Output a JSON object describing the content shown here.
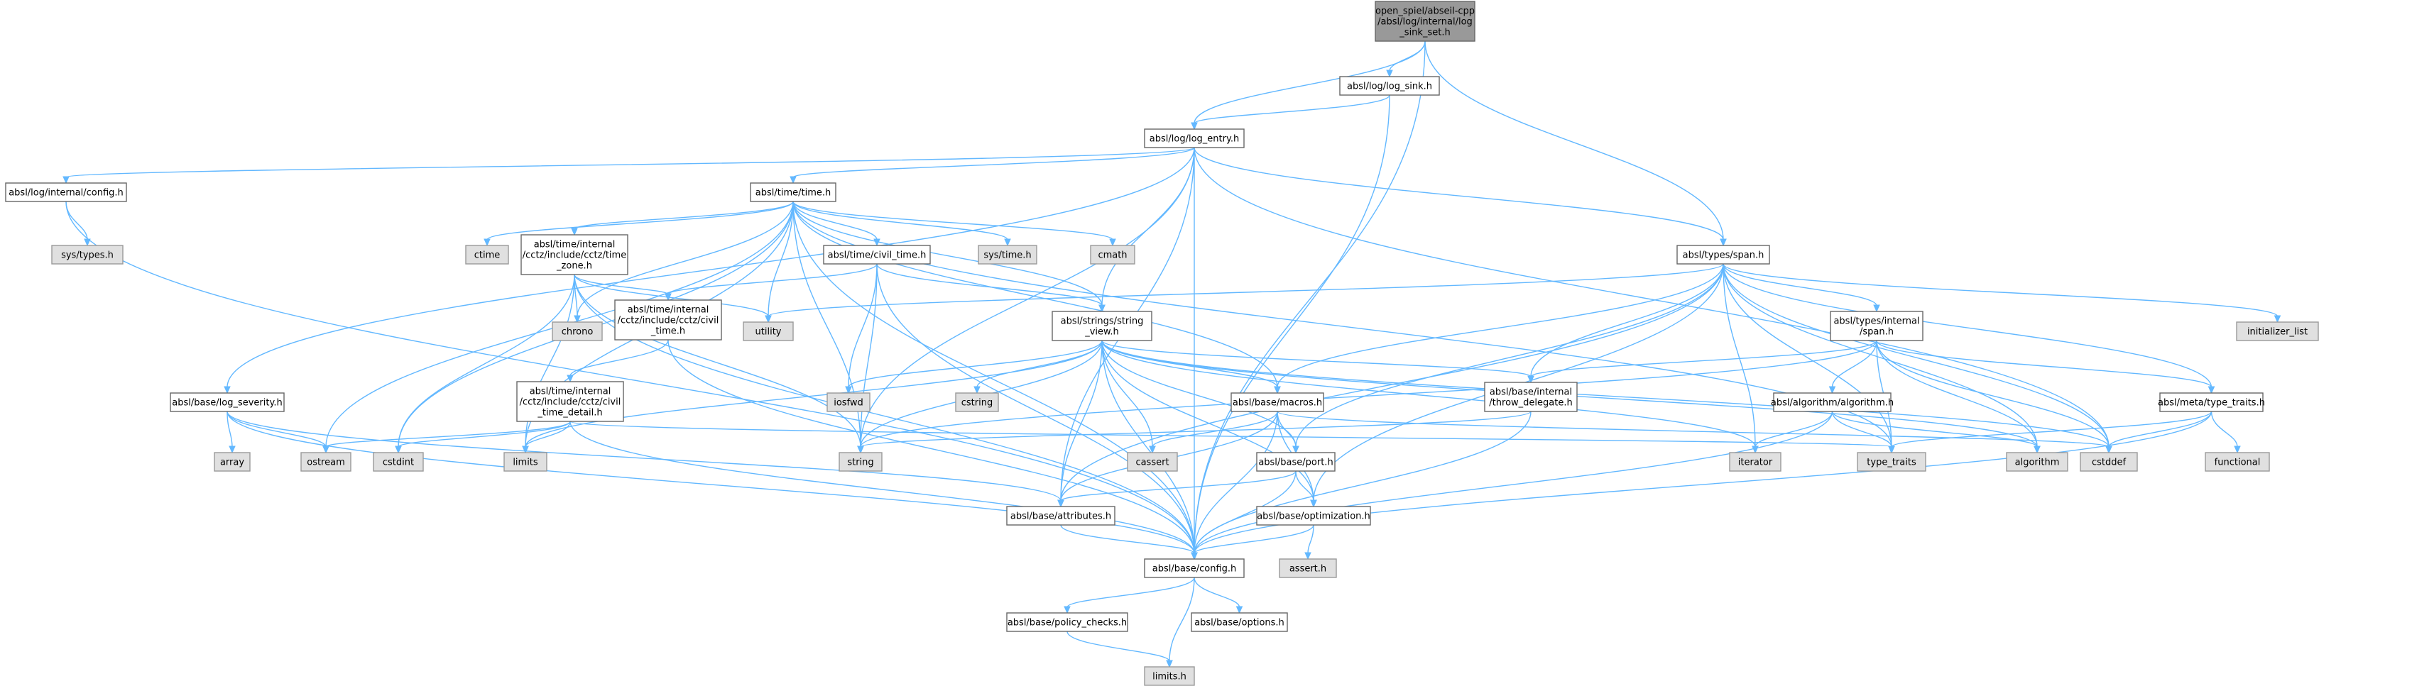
{
  "colors": {
    "edge": "#63b8ff",
    "node_border": "#666666",
    "sys_fill": "#e0e0e0",
    "root_fill": "#999999"
  },
  "nodes": [
    {
      "id": "root",
      "kind": "root",
      "lines": [
        "open_spiel/abseil-cpp",
        "/absl/log/internal/log",
        "_sink_set.h"
      ]
    },
    {
      "id": "log_sink",
      "kind": "file",
      "lines": [
        "absl/log/log_sink.h"
      ]
    },
    {
      "id": "log_entry",
      "kind": "file",
      "lines": [
        "absl/log/log_entry.h"
      ]
    },
    {
      "id": "log_config",
      "kind": "file",
      "lines": [
        "absl/log/internal/config.h"
      ]
    },
    {
      "id": "sys_types",
      "kind": "sys",
      "lines": [
        "sys/types.h"
      ]
    },
    {
      "id": "time_h",
      "kind": "file",
      "lines": [
        "absl/time/time.h"
      ]
    },
    {
      "id": "ctime",
      "kind": "sys",
      "lines": [
        "ctime"
      ]
    },
    {
      "id": "time_zone",
      "kind": "file",
      "lines": [
        "absl/time/internal",
        "/cctz/include/cctz/time",
        "_zone.h"
      ]
    },
    {
      "id": "civil_time_h",
      "kind": "file",
      "lines": [
        "absl/time/civil_time.h"
      ]
    },
    {
      "id": "sys_time",
      "kind": "sys",
      "lines": [
        "sys/time.h"
      ]
    },
    {
      "id": "cmath",
      "kind": "sys",
      "lines": [
        "cmath"
      ]
    },
    {
      "id": "span",
      "kind": "file",
      "lines": [
        "absl/types/span.h"
      ]
    },
    {
      "id": "chrono",
      "kind": "sys",
      "lines": [
        "chrono"
      ]
    },
    {
      "id": "cctz_civil_time",
      "kind": "file",
      "lines": [
        "absl/time/internal",
        "/cctz/include/cctz/civil",
        "_time.h"
      ]
    },
    {
      "id": "utility",
      "kind": "sys",
      "lines": [
        "utility"
      ]
    },
    {
      "id": "string_view",
      "kind": "file",
      "lines": [
        "absl/strings/string",
        "_view.h"
      ]
    },
    {
      "id": "types_internal_span",
      "kind": "file",
      "lines": [
        "absl/types/internal",
        "/span.h"
      ]
    },
    {
      "id": "initializer_list",
      "kind": "sys",
      "lines": [
        "initializer_list"
      ]
    },
    {
      "id": "civil_time_detail",
      "kind": "file",
      "lines": [
        "absl/time/internal",
        "/cctz/include/cctz/civil",
        "_time_detail.h"
      ]
    },
    {
      "id": "log_severity",
      "kind": "file",
      "lines": [
        "absl/base/log_severity.h"
      ]
    },
    {
      "id": "iosfwd",
      "kind": "sys",
      "lines": [
        "iosfwd"
      ]
    },
    {
      "id": "cstring",
      "kind": "sys",
      "lines": [
        "cstring"
      ]
    },
    {
      "id": "macros",
      "kind": "file",
      "lines": [
        "absl/base/macros.h"
      ]
    },
    {
      "id": "throw_delegate",
      "kind": "file",
      "lines": [
        "absl/base/internal",
        "/throw_delegate.h"
      ]
    },
    {
      "id": "algorithm_h",
      "kind": "file",
      "lines": [
        "absl/algorithm/algorithm.h"
      ]
    },
    {
      "id": "type_traits_h",
      "kind": "file",
      "lines": [
        "absl/meta/type_traits.h"
      ]
    },
    {
      "id": "array",
      "kind": "sys",
      "lines": [
        "array"
      ]
    },
    {
      "id": "ostream",
      "kind": "sys",
      "lines": [
        "ostream"
      ]
    },
    {
      "id": "cstdint",
      "kind": "sys",
      "lines": [
        "cstdint"
      ]
    },
    {
      "id": "limits",
      "kind": "sys",
      "lines": [
        "limits"
      ]
    },
    {
      "id": "string",
      "kind": "sys",
      "lines": [
        "string"
      ]
    },
    {
      "id": "cassert",
      "kind": "sys",
      "lines": [
        "cassert"
      ]
    },
    {
      "id": "port",
      "kind": "file",
      "lines": [
        "absl/base/port.h"
      ]
    },
    {
      "id": "iterator",
      "kind": "sys",
      "lines": [
        "iterator"
      ]
    },
    {
      "id": "type_traits",
      "kind": "sys",
      "lines": [
        "type_traits"
      ]
    },
    {
      "id": "algorithm",
      "kind": "sys",
      "lines": [
        "algorithm"
      ]
    },
    {
      "id": "cstddef",
      "kind": "sys",
      "lines": [
        "cstddef"
      ]
    },
    {
      "id": "functional",
      "kind": "sys",
      "lines": [
        "functional"
      ]
    },
    {
      "id": "attributes",
      "kind": "file",
      "lines": [
        "absl/base/attributes.h"
      ]
    },
    {
      "id": "optimization",
      "kind": "file",
      "lines": [
        "absl/base/optimization.h"
      ]
    },
    {
      "id": "assert_h",
      "kind": "sys",
      "lines": [
        "assert.h"
      ]
    },
    {
      "id": "config",
      "kind": "file",
      "lines": [
        "absl/base/config.h"
      ]
    },
    {
      "id": "policy_checks",
      "kind": "file",
      "lines": [
        "absl/base/policy_checks.h"
      ]
    },
    {
      "id": "options",
      "kind": "file",
      "lines": [
        "absl/base/options.h"
      ]
    },
    {
      "id": "limits_h",
      "kind": "sys",
      "lines": [
        "limits.h"
      ]
    }
  ],
  "edges": [
    [
      "root",
      "log_sink"
    ],
    [
      "root",
      "log_entry"
    ],
    [
      "root",
      "config"
    ],
    [
      "root",
      "span"
    ],
    [
      "log_sink",
      "log_entry"
    ],
    [
      "log_sink",
      "config"
    ],
    [
      "log_entry",
      "log_config"
    ],
    [
      "log_entry",
      "time_h"
    ],
    [
      "log_entry",
      "span"
    ],
    [
      "log_entry",
      "log_severity"
    ],
    [
      "log_entry",
      "string_view"
    ],
    [
      "log_entry",
      "string"
    ],
    [
      "log_entry",
      "attributes"
    ],
    [
      "log_entry",
      "config"
    ],
    [
      "log_entry",
      "cstddef"
    ],
    [
      "log_config",
      "sys_types"
    ],
    [
      "log_config",
      "config"
    ],
    [
      "time_h",
      "ctime"
    ],
    [
      "time_h",
      "time_zone"
    ],
    [
      "time_h",
      "civil_time_h"
    ],
    [
      "time_h",
      "sys_time"
    ],
    [
      "time_h",
      "cmath"
    ],
    [
      "time_h",
      "chrono"
    ],
    [
      "time_h",
      "utility"
    ],
    [
      "time_h",
      "string_view"
    ],
    [
      "time_h",
      "macros"
    ],
    [
      "time_h",
      "cstdint"
    ],
    [
      "time_h",
      "limits"
    ],
    [
      "time_h",
      "ostream"
    ],
    [
      "time_h",
      "string"
    ],
    [
      "time_h",
      "type_traits"
    ],
    [
      "time_h",
      "config"
    ],
    [
      "time_zone",
      "chrono"
    ],
    [
      "time_zone",
      "cctz_civil_time"
    ],
    [
      "time_zone",
      "utility"
    ],
    [
      "time_zone",
      "cstdint"
    ],
    [
      "time_zone",
      "limits"
    ],
    [
      "time_zone",
      "string"
    ],
    [
      "time_zone",
      "config"
    ],
    [
      "civil_time_h",
      "cctz_civil_time"
    ],
    [
      "civil_time_h",
      "string_view"
    ],
    [
      "civil_time_h",
      "iosfwd"
    ],
    [
      "civil_time_h",
      "string"
    ],
    [
      "civil_time_h",
      "config"
    ],
    [
      "cctz_civil_time",
      "civil_time_detail"
    ],
    [
      "cctz_civil_time",
      "config"
    ],
    [
      "civil_time_detail",
      "ostream"
    ],
    [
      "civil_time_detail",
      "cstdint"
    ],
    [
      "civil_time_detail",
      "limits"
    ],
    [
      "civil_time_detail",
      "type_traits"
    ],
    [
      "civil_time_detail",
      "config"
    ],
    [
      "span",
      "utility"
    ],
    [
      "span",
      "types_internal_span"
    ],
    [
      "span",
      "initializer_list"
    ],
    [
      "span",
      "macros"
    ],
    [
      "span",
      "throw_delegate"
    ],
    [
      "span",
      "port"
    ],
    [
      "span",
      "attributes"
    ],
    [
      "span",
      "optimization"
    ],
    [
      "span",
      "iterator"
    ],
    [
      "span",
      "type_traits"
    ],
    [
      "span",
      "algorithm"
    ],
    [
      "span",
      "cstddef"
    ],
    [
      "span",
      "type_traits_h"
    ],
    [
      "string_view",
      "iosfwd"
    ],
    [
      "string_view",
      "cstring"
    ],
    [
      "string_view",
      "macros"
    ],
    [
      "string_view",
      "throw_delegate"
    ],
    [
      "string_view",
      "port"
    ],
    [
      "string_view",
      "limits"
    ],
    [
      "string_view",
      "string"
    ],
    [
      "string_view",
      "cassert"
    ],
    [
      "string_view",
      "iterator"
    ],
    [
      "string_view",
      "algorithm"
    ],
    [
      "string_view",
      "cstddef"
    ],
    [
      "string_view",
      "attributes"
    ],
    [
      "string_view",
      "optimization"
    ],
    [
      "string_view",
      "config"
    ],
    [
      "types_internal_span",
      "algorithm_h"
    ],
    [
      "types_internal_span",
      "throw_delegate"
    ],
    [
      "types_internal_span",
      "type_traits_h"
    ],
    [
      "types_internal_span",
      "string"
    ],
    [
      "types_internal_span",
      "type_traits"
    ],
    [
      "types_internal_span",
      "algorithm"
    ],
    [
      "types_internal_span",
      "cstddef"
    ],
    [
      "log_severity",
      "array"
    ],
    [
      "log_severity",
      "ostream"
    ],
    [
      "log_severity",
      "attributes"
    ],
    [
      "log_severity",
      "config"
    ],
    [
      "macros",
      "cassert"
    ],
    [
      "macros",
      "cstddef"
    ],
    [
      "macros",
      "attributes"
    ],
    [
      "macros",
      "config"
    ],
    [
      "macros",
      "port"
    ],
    [
      "macros",
      "optimization"
    ],
    [
      "throw_delegate",
      "string"
    ],
    [
      "throw_delegate",
      "config"
    ],
    [
      "algorithm_h",
      "iterator"
    ],
    [
      "algorithm_h",
      "type_traits"
    ],
    [
      "algorithm_h",
      "algorithm"
    ],
    [
      "algorithm_h",
      "config"
    ],
    [
      "type_traits_h",
      "cstddef"
    ],
    [
      "type_traits_h",
      "functional"
    ],
    [
      "type_traits_h",
      "type_traits"
    ],
    [
      "type_traits_h",
      "config"
    ],
    [
      "port",
      "attributes"
    ],
    [
      "port",
      "optimization"
    ],
    [
      "port",
      "config"
    ],
    [
      "attributes",
      "config"
    ],
    [
      "optimization",
      "assert_h"
    ],
    [
      "optimization",
      "config"
    ],
    [
      "config",
      "policy_checks"
    ],
    [
      "config",
      "options"
    ],
    [
      "config",
      "limits_h"
    ],
    [
      "policy_checks",
      "limits_h"
    ]
  ]
}
